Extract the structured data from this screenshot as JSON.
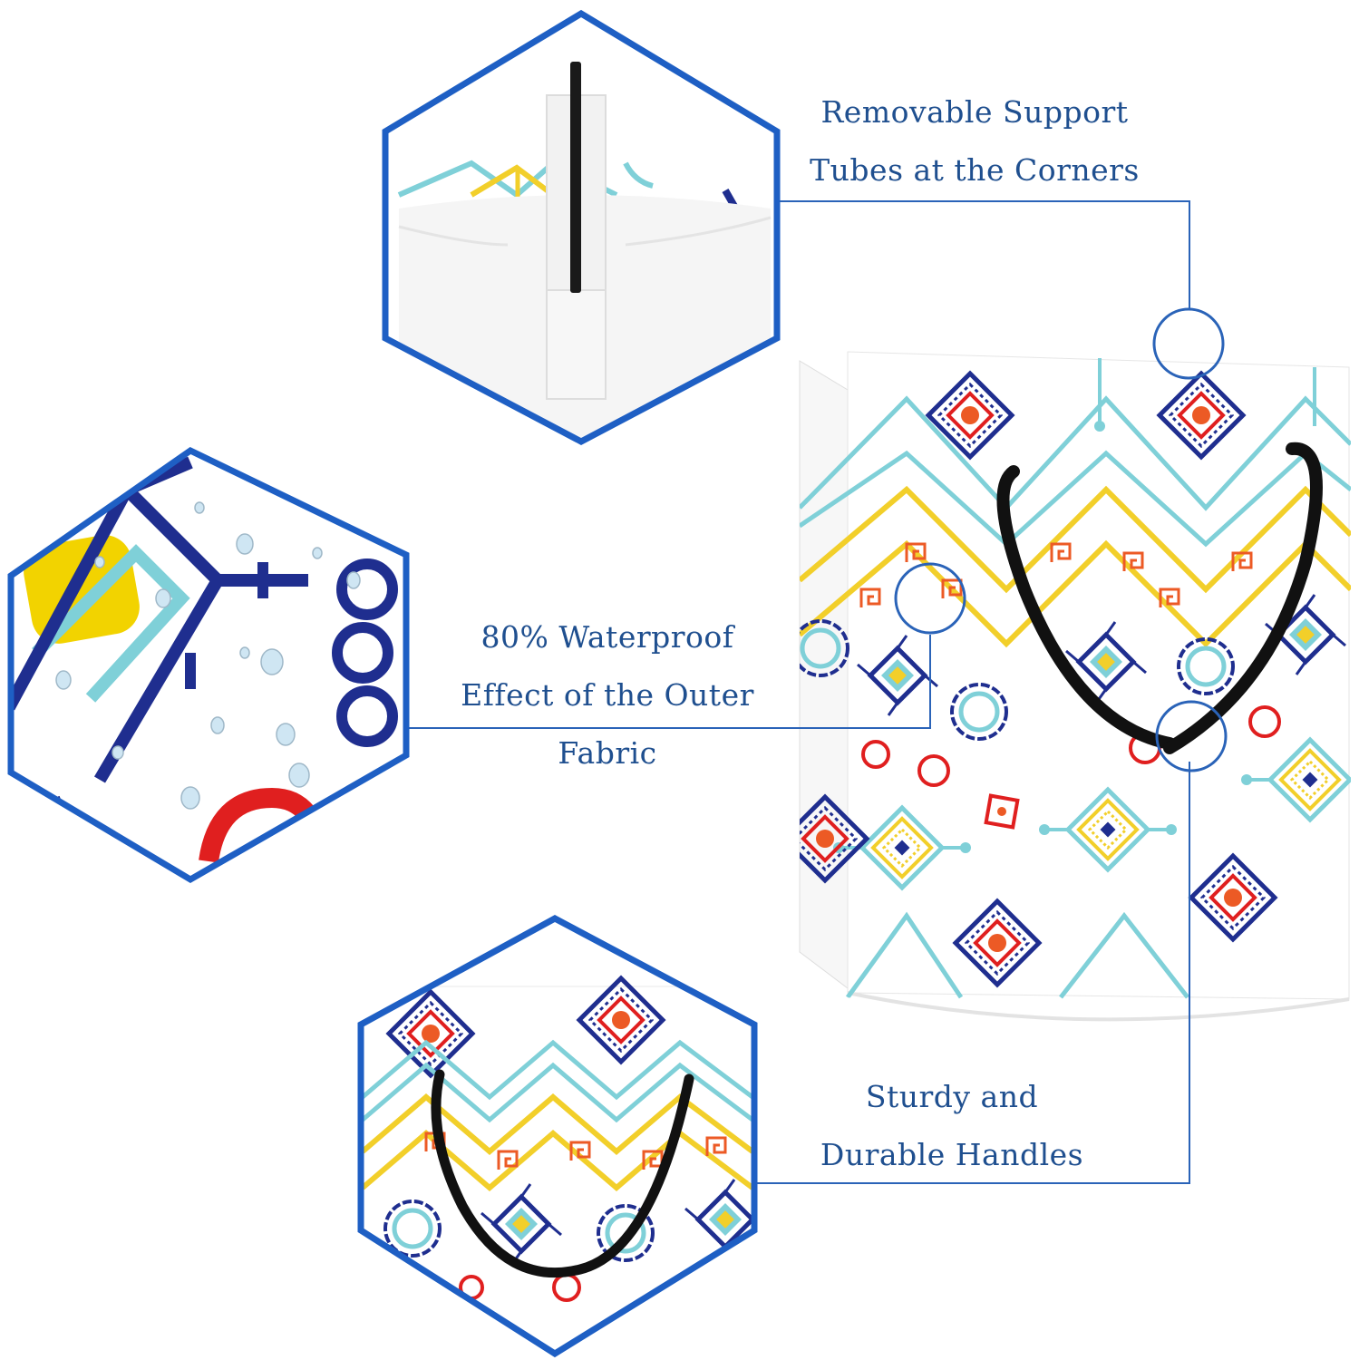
{
  "colors": {
    "frame_blue": "#1e5fc4",
    "line_blue": "#2a63b8",
    "text_blue": "#1f4f8f",
    "pattern_navy": "#1f2e8f",
    "pattern_cyan": "#7fd0d8",
    "pattern_yellow": "#f2cf2a",
    "pattern_orange": "#ec5a25",
    "pattern_red": "#e01f1f",
    "handle_black": "#111111"
  },
  "features": {
    "support_tubes": {
      "line1": "Removable Support",
      "line2": "Tubes at the Corners",
      "icon": "support-tube-icon"
    },
    "waterproof": {
      "line1": "80% Waterproof",
      "line2": "Effect of the Outer Fabric",
      "icon": "water-drops-icon"
    },
    "handles": {
      "line1": "Sturdy and",
      "line2": "Durable Handles",
      "icon": "handle-icon"
    }
  }
}
